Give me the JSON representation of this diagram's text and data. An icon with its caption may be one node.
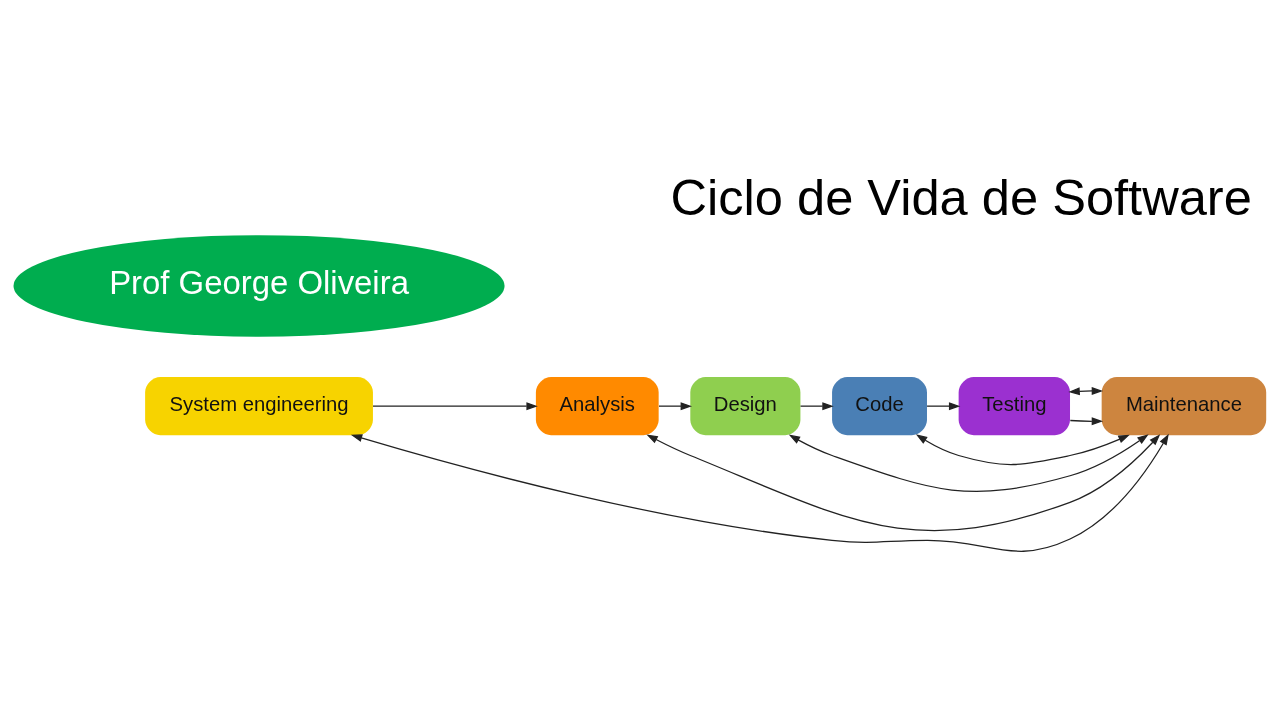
{
  "diagram": {
    "title": "Ciclo de Vida de Software",
    "nodes": [
      {
        "text": [
          "System engineering"
        ]
      },
      {
        "text": [
          "Analysis"
        ]
      },
      {
        "text": [
          "Design"
        ]
      },
      {
        "text": [
          "Code"
        ]
      },
      {
        "text": [
          "Testing"
        ]
      },
      {
        "text": [
          "Maintenance"
        ]
      },
      {
        "text": [
          "Prof George Oliveira"
        ]
      }
    ],
    "edges": [
      {
        "from": 0,
        "to": 1,
        "arrow": "to"
      },
      {
        "from": 1,
        "to": 2,
        "arrow": "to"
      },
      {
        "from": 2,
        "to": 3,
        "arrow": "to"
      },
      {
        "from": 3,
        "to": 4,
        "arrow": "to"
      },
      {
        "from": 4,
        "to": 5,
        "arrow": "to"
      },
      {
        "from": 5,
        "to": 4,
        "arrow": "both"
      },
      {
        "from": 5,
        "to": 3,
        "arrow": "both"
      },
      {
        "from": 5,
        "to": 2,
        "arrow": "both"
      },
      {
        "from": 5,
        "to": 1,
        "arrow": "both"
      },
      {
        "from": 5,
        "to": 0,
        "arrow": "both"
      }
    ]
  }
}
